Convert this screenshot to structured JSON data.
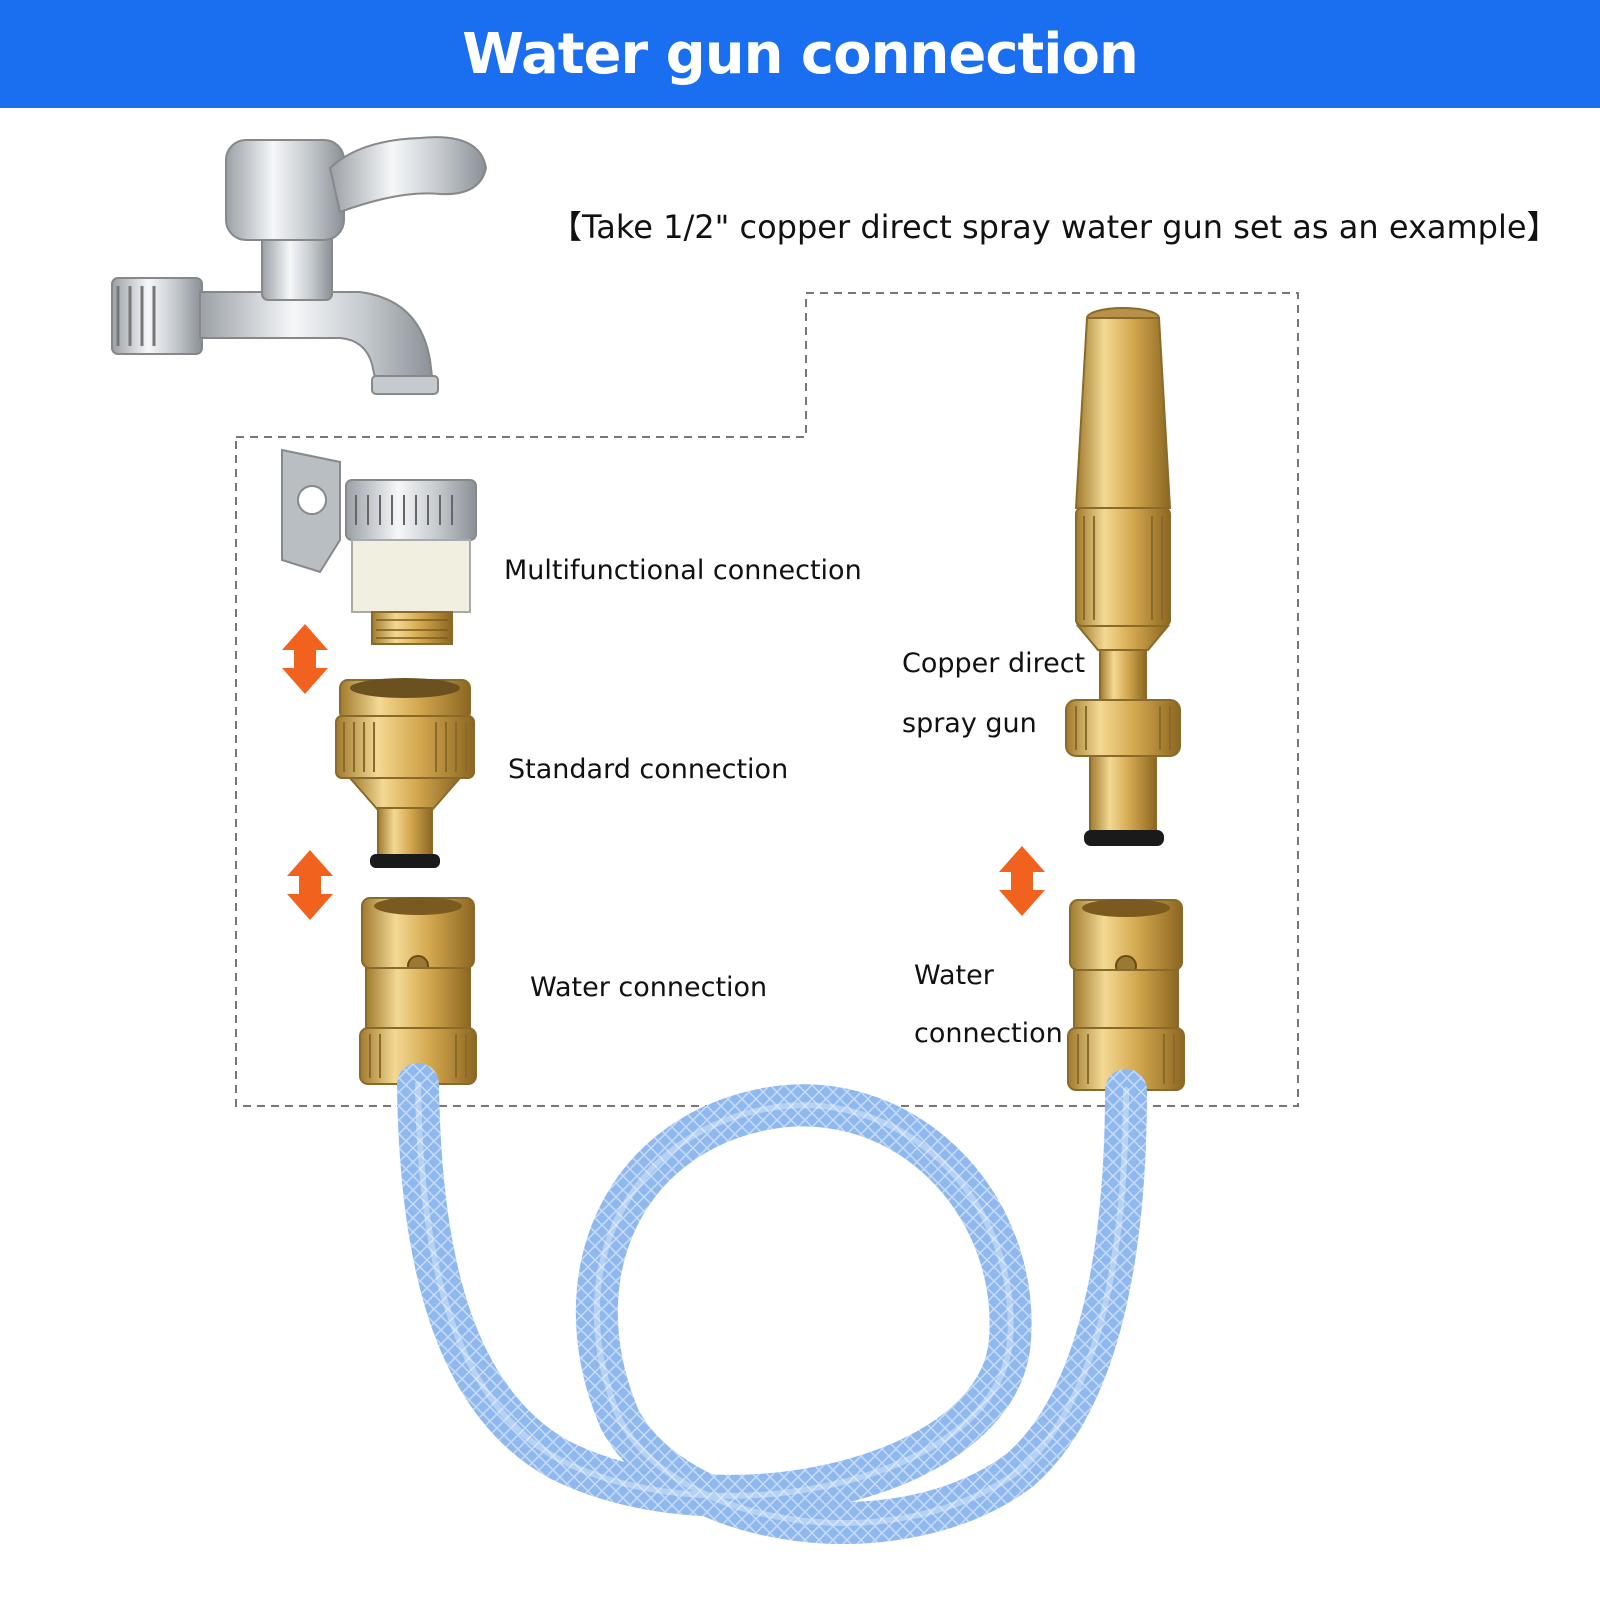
{
  "header": {
    "title": "Water gun connection"
  },
  "subtitle": "【Take 1/2\" copper direct spray water gun set as an example】",
  "labels": {
    "multifunctional": "Multifunctional connection",
    "standard": "Standard connection",
    "water_left": "Water connection",
    "spray_gun_line1": "Copper direct",
    "spray_gun_line2": "spray gun",
    "water_right_line1": "Water",
    "water_right_line2": "connection"
  },
  "colors": {
    "banner": "#1a6ff0",
    "arrow": "#f0621e",
    "brass": "#d9b25e",
    "hose": "#8fb8ee"
  }
}
